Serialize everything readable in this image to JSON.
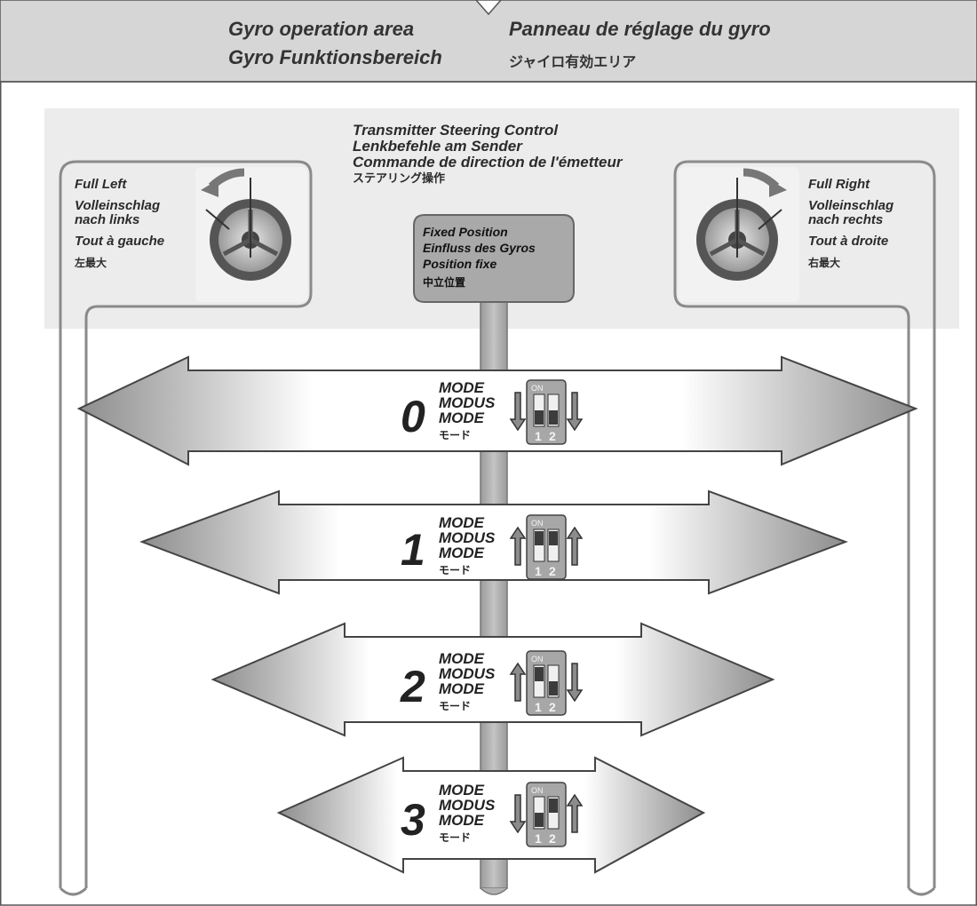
{
  "header": {
    "en": "Gyro operation area",
    "de": "Gyro Funktionsbereich",
    "fr": "Panneau de réglage du gyro",
    "jp": "ジャイロ有効エリア"
  },
  "steering": {
    "en": "Transmitter Steering Control",
    "de": "Lenkbefehle am Sender",
    "fr": "Commande de direction de l'émetteur",
    "jp": "ステアリング操作"
  },
  "full_left": {
    "en": "Full Left",
    "de1": "Volleinschlag",
    "de2": "nach links",
    "fr": "Tout à gauche",
    "jp": "左最大"
  },
  "full_right": {
    "en": "Full Right",
    "de1": "Volleinschlag",
    "de2": "nach rechts",
    "fr": "Tout à droite",
    "jp": "右最大"
  },
  "fixed": {
    "en": "Fixed Position",
    "de": "Einfluss des Gyros",
    "fr": "Position fixe",
    "jp": "中立位置"
  },
  "dip_labels": {
    "on": "ON",
    "sw1": "1",
    "sw2": "2"
  },
  "modes": [
    {
      "number": "0",
      "en": "MODE",
      "de": "MODUS",
      "fr": "MODE",
      "jp": "モード",
      "sw1": "down",
      "sw2": "down"
    },
    {
      "number": "1",
      "en": "MODE",
      "de": "MODUS",
      "fr": "MODE",
      "jp": "モード",
      "sw1": "up",
      "sw2": "up"
    },
    {
      "number": "2",
      "en": "MODE",
      "de": "MODUS",
      "fr": "MODE",
      "jp": "モード",
      "sw1": "up",
      "sw2": "down"
    },
    {
      "number": "3",
      "en": "MODE",
      "de": "MODUS",
      "fr": "MODE",
      "jp": "モード",
      "sw1": "down",
      "sw2": "up"
    }
  ],
  "colors": {
    "header_bg": "#d6d6d6",
    "panel_bg": "#ececec",
    "line_gray": "#8a8a8a",
    "arrow_dark": "#8d8d8d",
    "arrow_light": "#ffffff"
  }
}
